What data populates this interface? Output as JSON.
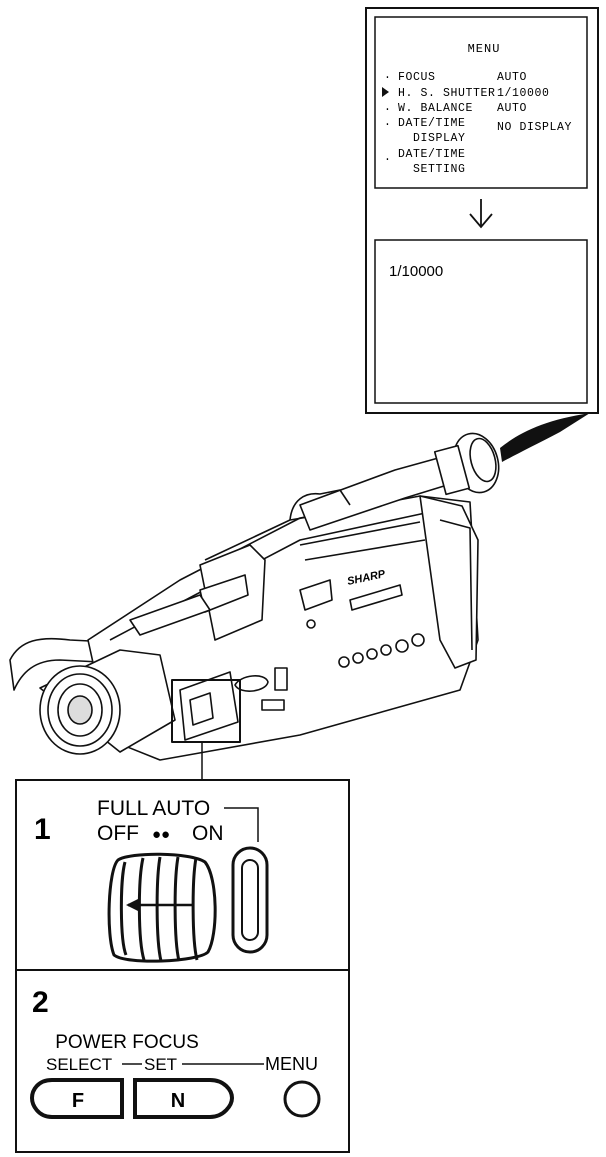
{
  "menu_screen": {
    "title": "MENU",
    "items": [
      {
        "label": "FOCUS",
        "value": "AUTO",
        "selected": false
      },
      {
        "label": "H. S. SHUTTER",
        "value": "1/10000",
        "selected": true
      },
      {
        "label": "W. BALANCE",
        "value": "AUTO",
        "selected": false
      },
      {
        "label": "DATE/TIME",
        "label2": "DISPLAY",
        "value": "NO DISPLAY",
        "selected": false
      },
      {
        "label": "DATE/TIME",
        "label2": "SETTING",
        "value": "",
        "selected": false
      }
    ],
    "arrow_icon": "down-arrow-icon"
  },
  "result_screen": {
    "value": "1/10000"
  },
  "camera": {
    "brand": "SHARP"
  },
  "panel1": {
    "number": "1",
    "label_line1": "FULL AUTO",
    "label_off": "OFF",
    "label_on": "ON",
    "dots": "●●"
  },
  "panel2": {
    "number": "2",
    "label_power_focus": "POWER FOCUS",
    "label_select": "SELECT",
    "label_set": "SET",
    "label_menu": "MENU",
    "button_f": "F",
    "button_n": "N"
  }
}
